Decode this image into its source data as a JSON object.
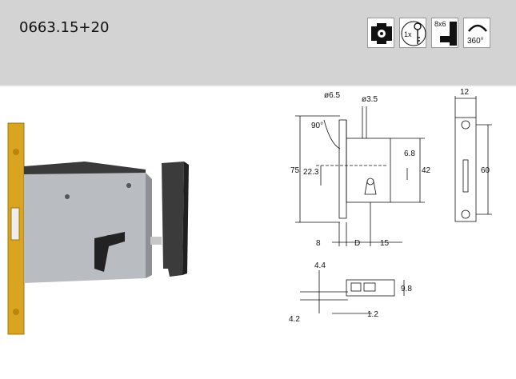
{
  "product": {
    "code": "0663.15+20"
  },
  "header_icons": [
    {
      "name": "cylinder-profile-icon"
    },
    {
      "name": "key-icon",
      "label": "1x"
    },
    {
      "name": "spindle-icon",
      "label": "8x6"
    },
    {
      "name": "rotation-icon",
      "label": "360°"
    }
  ],
  "drawing": {
    "labels": {
      "d_pin": "ø6.5",
      "d_hole": "ø3.5",
      "angle": "90°",
      "width_top": "12",
      "height_total": "75",
      "offset_mid": "22.3",
      "small_v": "6.8",
      "h_mid": "42",
      "h_right": "60",
      "b_left": "8",
      "b_d": "D",
      "b_right": "15",
      "s_top": "4.4",
      "s_right": "9.8",
      "s_bot_left": "4.2",
      "s_bot_right": "1.2"
    }
  },
  "colors": {
    "header_bg": "#d3d3d3",
    "brass": "#d9a520",
    "steel": "#b9bcc0"
  }
}
